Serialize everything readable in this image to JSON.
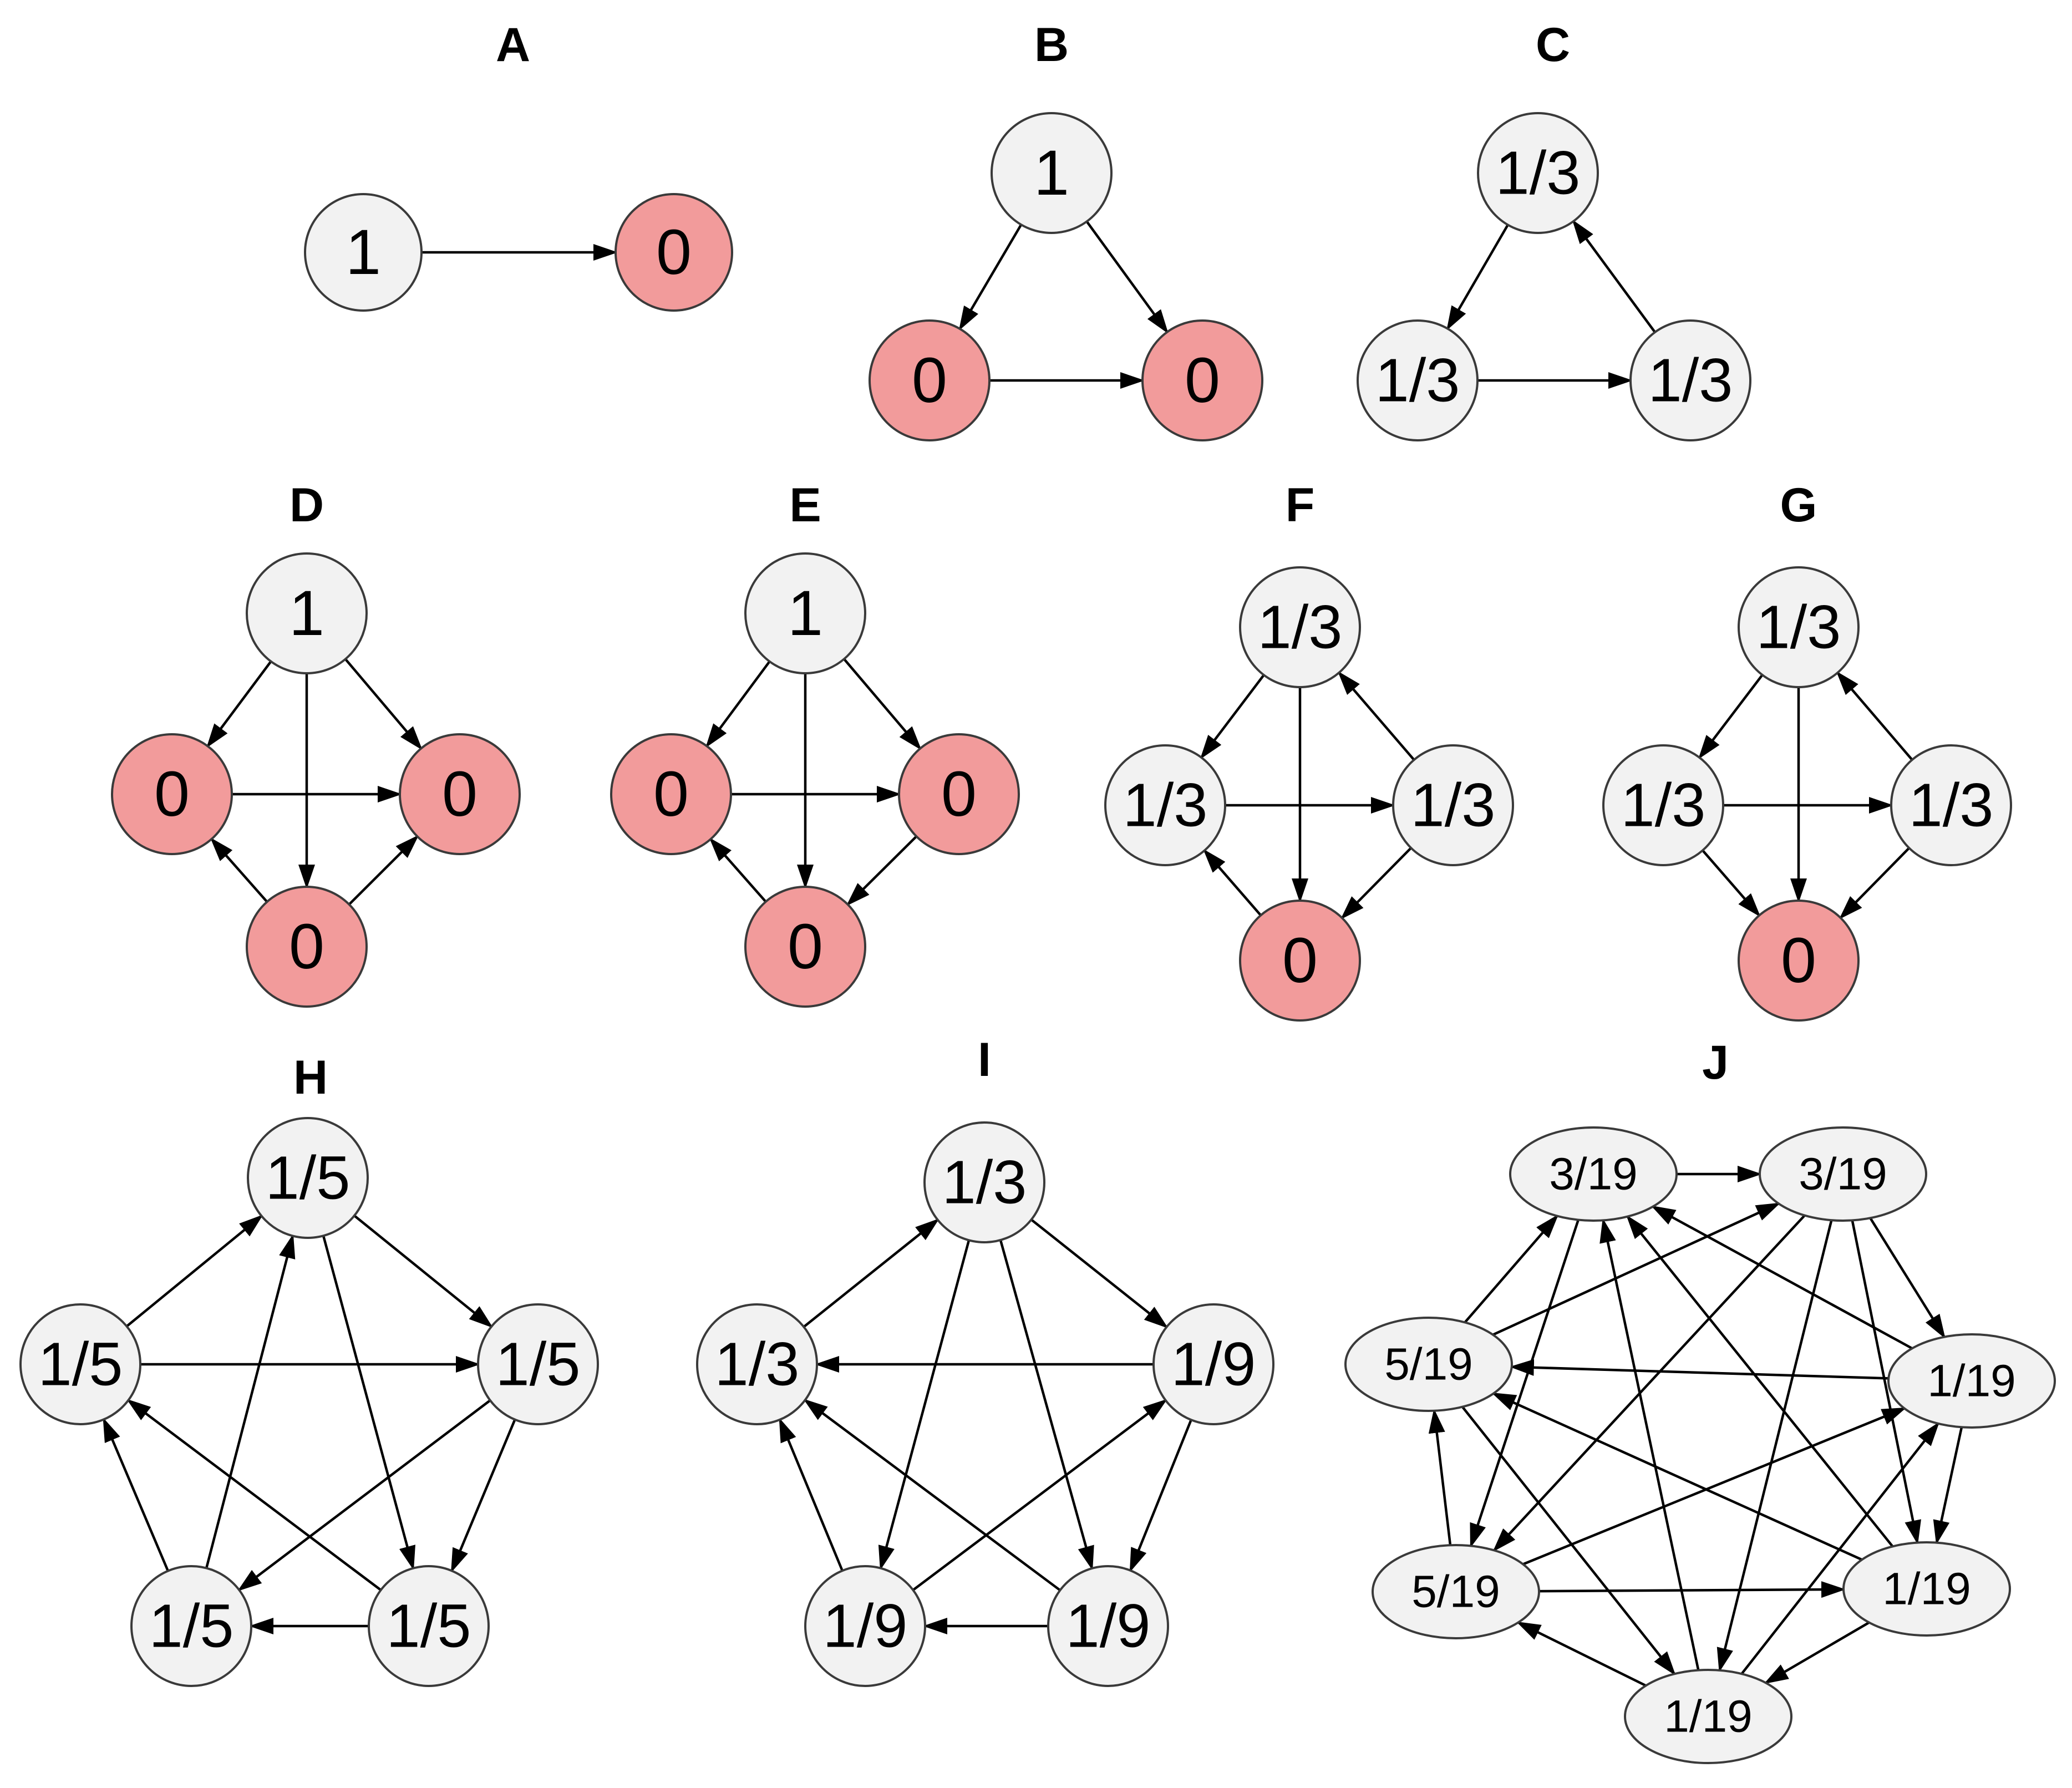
{
  "colors": {
    "neutral_fill": "#f2f2f2",
    "zero_fill": "#f29b9b",
    "stroke": "#3a3a3a"
  },
  "panels": [
    {
      "id": "A",
      "label": "A",
      "nodes": [
        {
          "id": "n1",
          "value": "1",
          "color": "neutral"
        },
        {
          "id": "n2",
          "value": "0",
          "color": "zero"
        }
      ],
      "edges": [
        [
          "n1",
          "n2"
        ]
      ]
    },
    {
      "id": "B",
      "label": "B",
      "nodes": [
        {
          "id": "top",
          "value": "1",
          "color": "neutral"
        },
        {
          "id": "left",
          "value": "0",
          "color": "zero"
        },
        {
          "id": "right",
          "value": "0",
          "color": "zero"
        }
      ],
      "edges": [
        [
          "top",
          "left"
        ],
        [
          "top",
          "right"
        ],
        [
          "left",
          "right"
        ]
      ]
    },
    {
      "id": "C",
      "label": "C",
      "nodes": [
        {
          "id": "top",
          "value": "1/3",
          "color": "neutral"
        },
        {
          "id": "left",
          "value": "1/3",
          "color": "neutral"
        },
        {
          "id": "right",
          "value": "1/3",
          "color": "neutral"
        }
      ],
      "edges": [
        [
          "top",
          "left"
        ],
        [
          "left",
          "right"
        ],
        [
          "right",
          "top"
        ]
      ]
    },
    {
      "id": "D",
      "label": "D",
      "nodes": [
        {
          "id": "top",
          "value": "1",
          "color": "neutral"
        },
        {
          "id": "left",
          "value": "0",
          "color": "zero"
        },
        {
          "id": "right",
          "value": "0",
          "color": "zero"
        },
        {
          "id": "bottom",
          "value": "0",
          "color": "zero"
        }
      ],
      "edges": [
        [
          "top",
          "left"
        ],
        [
          "top",
          "right"
        ],
        [
          "top",
          "bottom"
        ],
        [
          "left",
          "right"
        ],
        [
          "bottom",
          "left"
        ],
        [
          "bottom",
          "right"
        ]
      ]
    },
    {
      "id": "E",
      "label": "E",
      "nodes": [
        {
          "id": "top",
          "value": "1",
          "color": "neutral"
        },
        {
          "id": "left",
          "value": "0",
          "color": "zero"
        },
        {
          "id": "right",
          "value": "0",
          "color": "zero"
        },
        {
          "id": "bottom",
          "value": "0",
          "color": "zero"
        }
      ],
      "edges": [
        [
          "top",
          "left"
        ],
        [
          "top",
          "right"
        ],
        [
          "top",
          "bottom"
        ],
        [
          "left",
          "right"
        ],
        [
          "bottom",
          "left"
        ],
        [
          "right",
          "bottom"
        ]
      ]
    },
    {
      "id": "F",
      "label": "F",
      "nodes": [
        {
          "id": "top",
          "value": "1/3",
          "color": "neutral"
        },
        {
          "id": "left",
          "value": "1/3",
          "color": "neutral"
        },
        {
          "id": "right",
          "value": "1/3",
          "color": "neutral"
        },
        {
          "id": "bottom",
          "value": "0",
          "color": "zero"
        }
      ],
      "edges": [
        [
          "top",
          "left"
        ],
        [
          "right",
          "top"
        ],
        [
          "top",
          "bottom"
        ],
        [
          "left",
          "right"
        ],
        [
          "bottom",
          "left"
        ],
        [
          "right",
          "bottom"
        ]
      ]
    },
    {
      "id": "G",
      "label": "G",
      "nodes": [
        {
          "id": "top",
          "value": "1/3",
          "color": "neutral"
        },
        {
          "id": "left",
          "value": "1/3",
          "color": "neutral"
        },
        {
          "id": "right",
          "value": "1/3",
          "color": "neutral"
        },
        {
          "id": "bottom",
          "value": "0",
          "color": "zero"
        }
      ],
      "edges": [
        [
          "top",
          "left"
        ],
        [
          "right",
          "top"
        ],
        [
          "top",
          "bottom"
        ],
        [
          "left",
          "right"
        ],
        [
          "left",
          "bottom"
        ],
        [
          "right",
          "bottom"
        ]
      ]
    },
    {
      "id": "H",
      "label": "H",
      "nodes": [
        {
          "id": "top",
          "value": "1/5",
          "color": "neutral"
        },
        {
          "id": "left",
          "value": "1/5",
          "color": "neutral"
        },
        {
          "id": "right",
          "value": "1/5",
          "color": "neutral"
        },
        {
          "id": "bl",
          "value": "1/5",
          "color": "neutral"
        },
        {
          "id": "br",
          "value": "1/5",
          "color": "neutral"
        }
      ],
      "edges": [
        [
          "left",
          "top"
        ],
        [
          "bl",
          "top"
        ],
        [
          "top",
          "right"
        ],
        [
          "top",
          "br"
        ],
        [
          "left",
          "right"
        ],
        [
          "bl",
          "left"
        ],
        [
          "br",
          "left"
        ],
        [
          "right",
          "bl"
        ],
        [
          "right",
          "br"
        ],
        [
          "br",
          "bl"
        ]
      ]
    },
    {
      "id": "I",
      "label": "I",
      "nodes": [
        {
          "id": "top",
          "value": "1/3",
          "color": "neutral"
        },
        {
          "id": "left",
          "value": "1/3",
          "color": "neutral"
        },
        {
          "id": "right",
          "value": "1/9",
          "color": "neutral"
        },
        {
          "id": "bl",
          "value": "1/9",
          "color": "neutral"
        },
        {
          "id": "br",
          "value": "1/9",
          "color": "neutral"
        }
      ],
      "edges": [
        [
          "left",
          "top"
        ],
        [
          "top",
          "right"
        ],
        [
          "top",
          "bl"
        ],
        [
          "top",
          "br"
        ],
        [
          "right",
          "left"
        ],
        [
          "bl",
          "left"
        ],
        [
          "br",
          "left"
        ],
        [
          "bl",
          "right"
        ],
        [
          "right",
          "br"
        ],
        [
          "br",
          "bl"
        ]
      ]
    },
    {
      "id": "J",
      "label": "J",
      "nodes": [
        {
          "id": "t1",
          "value": "3/19",
          "color": "neutral"
        },
        {
          "id": "t2",
          "value": "3/19",
          "color": "neutral"
        },
        {
          "id": "ml",
          "value": "5/19",
          "color": "neutral"
        },
        {
          "id": "mr",
          "value": "1/19",
          "color": "neutral"
        },
        {
          "id": "ll",
          "value": "5/19",
          "color": "neutral"
        },
        {
          "id": "lr",
          "value": "1/19",
          "color": "neutral"
        },
        {
          "id": "b",
          "value": "1/19",
          "color": "neutral"
        }
      ],
      "edges": [
        [
          "t1",
          "t2"
        ],
        [
          "ml",
          "t1"
        ],
        [
          "t1",
          "ll"
        ],
        [
          "b",
          "t1"
        ],
        [
          "t2",
          "mr"
        ],
        [
          "ml",
          "t2"
        ],
        [
          "mr",
          "t1"
        ],
        [
          "lr",
          "t1"
        ],
        [
          "t2",
          "ll"
        ],
        [
          "t2",
          "b"
        ],
        [
          "t2",
          "lr"
        ],
        [
          "mr",
          "ml"
        ],
        [
          "ll",
          "ml"
        ],
        [
          "ml",
          "b"
        ],
        [
          "lr",
          "ml"
        ],
        [
          "mr",
          "lr"
        ],
        [
          "ll",
          "mr"
        ],
        [
          "b",
          "mr"
        ],
        [
          "ll",
          "lr"
        ],
        [
          "b",
          "ll"
        ],
        [
          "lr",
          "b"
        ]
      ]
    }
  ]
}
